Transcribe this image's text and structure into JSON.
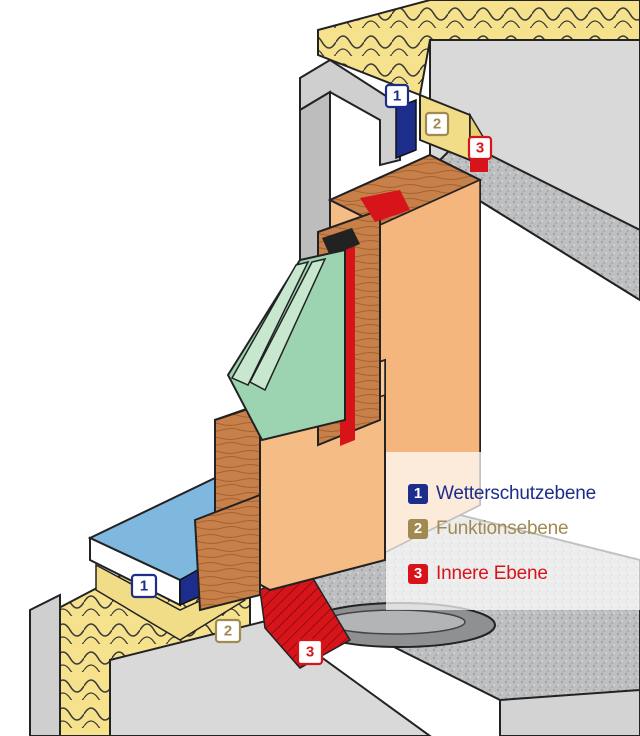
{
  "legend": {
    "items": [
      {
        "number": "1",
        "label": "Wetterschutzebene",
        "color": "#1c2d8c"
      },
      {
        "number": "2",
        "label": "Funktionsebene",
        "color": "#a08a52"
      },
      {
        "number": "3",
        "label": "Innere Ebene",
        "color": "#d8141b"
      }
    ]
  },
  "markers": {
    "top_1": "1",
    "top_2": "2",
    "top_3": "3",
    "bottom_1": "1",
    "bottom_2": "2",
    "bottom_3": "3"
  },
  "colors": {
    "insulation": "#f6e28d",
    "wood_light": "#f5bc86",
    "wood_dark": "#c87a45",
    "glass": "#9cd3b0",
    "sill": "#7fb8df",
    "concrete": "#b9bbbc",
    "weather_seal": "#1c2d8c",
    "function_layer": "#a08a52",
    "inner_seal": "#d8141b"
  }
}
